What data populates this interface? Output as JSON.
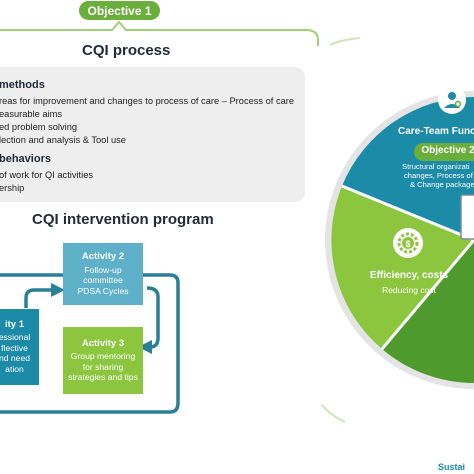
{
  "objective1": {
    "label": "Objective 1"
  },
  "cqi_process": {
    "title": "CQI process",
    "methods_heading": "methods",
    "methods_items": [
      "reas for improvement and changes to process of care – Process of care",
      "easurable aims",
      "ed problem solving",
      "lection and analysis & Tool use"
    ],
    "behaviors_heading": "behaviors",
    "behaviors_items": [
      "of work for QI activities",
      "ership"
    ]
  },
  "program": {
    "title": "CQI intervention program",
    "activity1": {
      "title": "ity 1",
      "lines": [
        "essional",
        "flective",
        "nd need",
        "ation"
      ]
    },
    "activity2": {
      "title": "Activity 2",
      "lines": [
        "Follow-up",
        "committee",
        "PDSA Cycles"
      ]
    },
    "activity3": {
      "title": "Activity 3",
      "lines": [
        "Group mentoring",
        "for sharing",
        "strategies and tips"
      ]
    }
  },
  "wheel": {
    "care_team": {
      "title": "Care-Team Functio",
      "objective": "Objective 2",
      "lines": [
        "Structural organizati",
        "changes, Process of",
        "& Change package"
      ]
    },
    "efficiency": {
      "title": "Efficiency, costs",
      "subtitle": "Reducing cost"
    }
  },
  "footer": {
    "fragment": "Sustai"
  },
  "colors": {
    "green": "#6aaf3c",
    "light_green": "#8cc63f",
    "teal": "#1b8ba8",
    "blue_box": "#5fb0c9",
    "dark_teal": "#2a7f97",
    "panel": "#eeeeee",
    "outer_ring": "#e4e4e4"
  },
  "icons": [
    "user-gear-icon",
    "gear-dollar-icon"
  ]
}
